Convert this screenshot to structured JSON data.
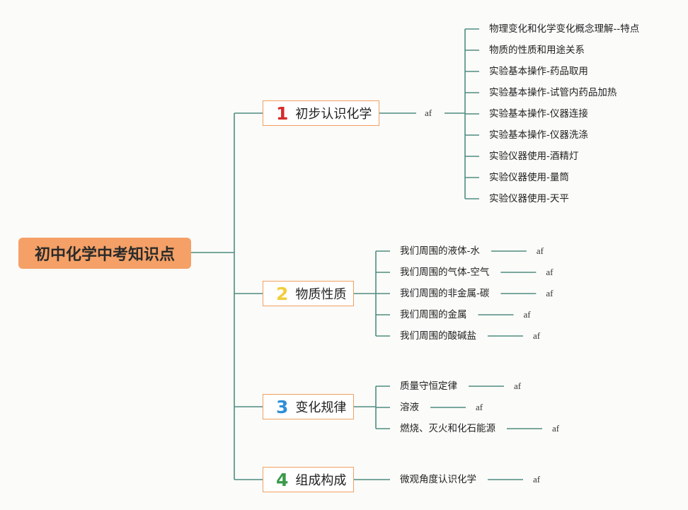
{
  "root": {
    "label": "初中化学中考知识点"
  },
  "branches": [
    {
      "number": "1",
      "color": "#d62a2a",
      "label": "初步认识化学",
      "note": "af",
      "children": [
        {
          "label": "物理变化和化学变化概念理解--特点"
        },
        {
          "label": "物质的性质和用途关系"
        },
        {
          "label": "实验基本操作-药品取用"
        },
        {
          "label": "实验基本操作-试管内药品加热"
        },
        {
          "label": "实验基本操作-仪器连接"
        },
        {
          "label": "实验基本操作-仪器洗涤"
        },
        {
          "label": "实验仪器使用-酒精灯"
        },
        {
          "label": "实验仪器使用-量筒"
        },
        {
          "label": "实验仪器使用-天平"
        }
      ]
    },
    {
      "number": "2",
      "color": "#f2cd3c",
      "label": "物质性质",
      "children": [
        {
          "label": "我们周围的液体-水",
          "note": "af"
        },
        {
          "label": "我们周围的气体-空气",
          "note": "af"
        },
        {
          "label": "我们周围的非金属-碳",
          "note": "af"
        },
        {
          "label": "我们周围的金属",
          "note": "af"
        },
        {
          "label": "我们周围的酸碱盐",
          "note": "af"
        }
      ]
    },
    {
      "number": "3",
      "color": "#2f8fd8",
      "label": "变化规律",
      "children": [
        {
          "label": "质量守恒定律",
          "note": "af"
        },
        {
          "label": "溶液",
          "note": "af"
        },
        {
          "label": "燃烧、灭火和化石能源",
          "note": "af"
        }
      ]
    },
    {
      "number": "4",
      "color": "#3a9a4a",
      "label": "组成构成",
      "children": [
        {
          "label": "微观角度认识化学",
          "note": "af"
        }
      ]
    }
  ]
}
